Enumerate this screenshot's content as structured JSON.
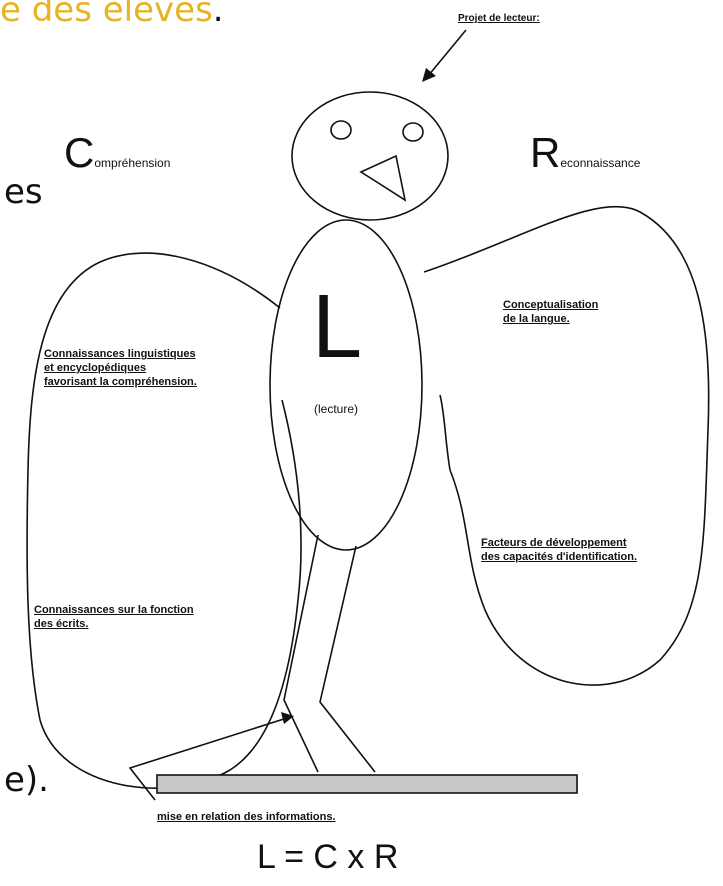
{
  "fragments": {
    "top_left": "e des élèves",
    "top_left_period": ".",
    "left_es": "es",
    "left_paren": "e)."
  },
  "diagram": {
    "projet_label": "Projet de lecteur:",
    "c_big": "C",
    "c_small": "ompréhension",
    "r_big": "R",
    "r_small": "econnaissance",
    "l_big": "L",
    "l_sub": "(lecture)",
    "left_wing_top": [
      "Connaissances linguistiques",
      " et encyclopédiques",
      "favorisant la compréhension."
    ],
    "left_wing_bottom": [
      "Connaissances sur la fonction",
      "des écrits."
    ],
    "right_wing_top": [
      "Conceptualisation",
      " de la langue."
    ],
    "right_wing_bottom": [
      "Facteurs de développement",
      " des capacités d'identification."
    ],
    "bottom_label": "mise en relation des informations.",
    "formula": "L = C x R"
  },
  "colors": {
    "highlight": "#e6b422",
    "ink": "#111111",
    "bar_fill": "#c8c8c8"
  }
}
